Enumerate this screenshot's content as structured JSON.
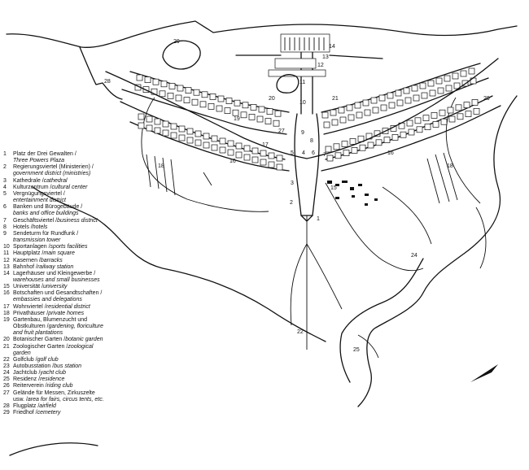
{
  "legend": [
    {
      "num": "1",
      "lines": [
        {
          "de": "Platz der Drei Gewalten /",
          "en": ""
        },
        {
          "de": "",
          "en": "Three Powers Plaza"
        }
      ]
    },
    {
      "num": "2",
      "lines": [
        {
          "de": "Regierungsviertel (Ministerien) /",
          "en": ""
        },
        {
          "de": "",
          "en": "government district (ministries)"
        }
      ]
    },
    {
      "num": "3",
      "lines": [
        {
          "de": "Kathedrale /",
          "en": "cathedral"
        }
      ]
    },
    {
      "num": "4",
      "lines": [
        {
          "de": "Kulturzentrum /",
          "en": "cultural center"
        }
      ]
    },
    {
      "num": "5",
      "lines": [
        {
          "de": "Vergnügungsviertel /",
          "en": ""
        },
        {
          "de": "",
          "en": "entertainment district"
        }
      ]
    },
    {
      "num": "6",
      "lines": [
        {
          "de": "Banken und Bürogebäude /",
          "en": ""
        },
        {
          "de": "",
          "en": "banks and office buildings"
        }
      ]
    },
    {
      "num": "7",
      "lines": [
        {
          "de": "Geschäftsviertel /",
          "en": "business district"
        }
      ]
    },
    {
      "num": "8",
      "lines": [
        {
          "de": "Hotels /",
          "en": "hotels"
        }
      ]
    },
    {
      "num": "9",
      "lines": [
        {
          "de": "Sendeturm für Rundfunk /",
          "en": ""
        },
        {
          "de": "",
          "en": "transmission tower"
        }
      ]
    },
    {
      "num": "10",
      "lines": [
        {
          "de": "Sportanlagen /",
          "en": "sports facilities"
        }
      ]
    },
    {
      "num": "11",
      "lines": [
        {
          "de": "Hauptplatz /",
          "en": "main square"
        }
      ]
    },
    {
      "num": "12",
      "lines": [
        {
          "de": "Kasernen /",
          "en": "barracks"
        }
      ]
    },
    {
      "num": "13",
      "lines": [
        {
          "de": "Bahnhof /",
          "en": "railway station"
        }
      ]
    },
    {
      "num": "14",
      "lines": [
        {
          "de": "Lagerhäuser und Kleingewerbe /",
          "en": ""
        },
        {
          "de": "",
          "en": "warehouses and small businesses"
        }
      ]
    },
    {
      "num": "15",
      "lines": [
        {
          "de": "Universität /",
          "en": "university"
        }
      ]
    },
    {
      "num": "16",
      "lines": [
        {
          "de": "Botschaften und Gesandtschaften /",
          "en": ""
        },
        {
          "de": "",
          "en": "embassies and delegations"
        }
      ]
    },
    {
      "num": "17",
      "lines": [
        {
          "de": "Wohnviertel /",
          "en": "residential district"
        }
      ]
    },
    {
      "num": "18",
      "lines": [
        {
          "de": "Privathäuser /",
          "en": "private homes"
        }
      ]
    },
    {
      "num": "19",
      "lines": [
        {
          "de": "Gartenbau, Blumenzucht und",
          "en": ""
        },
        {
          "de": "Obstkulturen /",
          "en": "gardening, floriculture"
        },
        {
          "de": "",
          "en": "and fruit plantations"
        }
      ]
    },
    {
      "num": "20",
      "lines": [
        {
          "de": "Botanischer Garten /",
          "en": "botanic garden"
        }
      ]
    },
    {
      "num": "21",
      "lines": [
        {
          "de": "Zoologischer Garten /",
          "en": "zoological"
        },
        {
          "de": "",
          "en": "garden"
        }
      ]
    },
    {
      "num": "22",
      "lines": [
        {
          "de": "Golfclub /",
          "en": "golf club"
        }
      ]
    },
    {
      "num": "23",
      "lines": [
        {
          "de": "Autobusstation /",
          "en": "bus station"
        }
      ]
    },
    {
      "num": "24",
      "lines": [
        {
          "de": "Jachtclub /",
          "en": "yacht club"
        }
      ]
    },
    {
      "num": "25",
      "lines": [
        {
          "de": "Residenz /",
          "en": "residence"
        }
      ]
    },
    {
      "num": "26",
      "lines": [
        {
          "de": "Reiterverein /",
          "en": "riding club"
        }
      ]
    },
    {
      "num": "27",
      "lines": [
        {
          "de": "Gelände für Messen, Zirkuszelte",
          "en": ""
        },
        {
          "de": "usw. /",
          "en": "area for fairs, circus tents, etc."
        }
      ]
    },
    {
      "num": "28",
      "lines": [
        {
          "de": "Flugplatz /",
          "en": "airfield"
        }
      ]
    },
    {
      "num": "29",
      "lines": [
        {
          "de": "Friedhof /",
          "en": "cemetery"
        }
      ]
    }
  ],
  "map_labels": {
    "n1": "1",
    "n2": "2",
    "n3": "3",
    "n4": "4",
    "n5": "5",
    "n6": "6",
    "n7": "7",
    "n8": "8",
    "n9": "9",
    "n10": "10",
    "n11": "11",
    "n12": "12",
    "n13": "13",
    "n14": "14",
    "n15": "15",
    "n16a": "16",
    "n16b": "16",
    "n17": "17",
    "n18a": "18",
    "n18b": "18",
    "n19": "19",
    "n20": "20",
    "n21": "21",
    "n22": "22",
    "n24": "24",
    "n25": "25",
    "n27": "27",
    "n28": "28",
    "n29a": "29",
    "n29b": "29"
  }
}
